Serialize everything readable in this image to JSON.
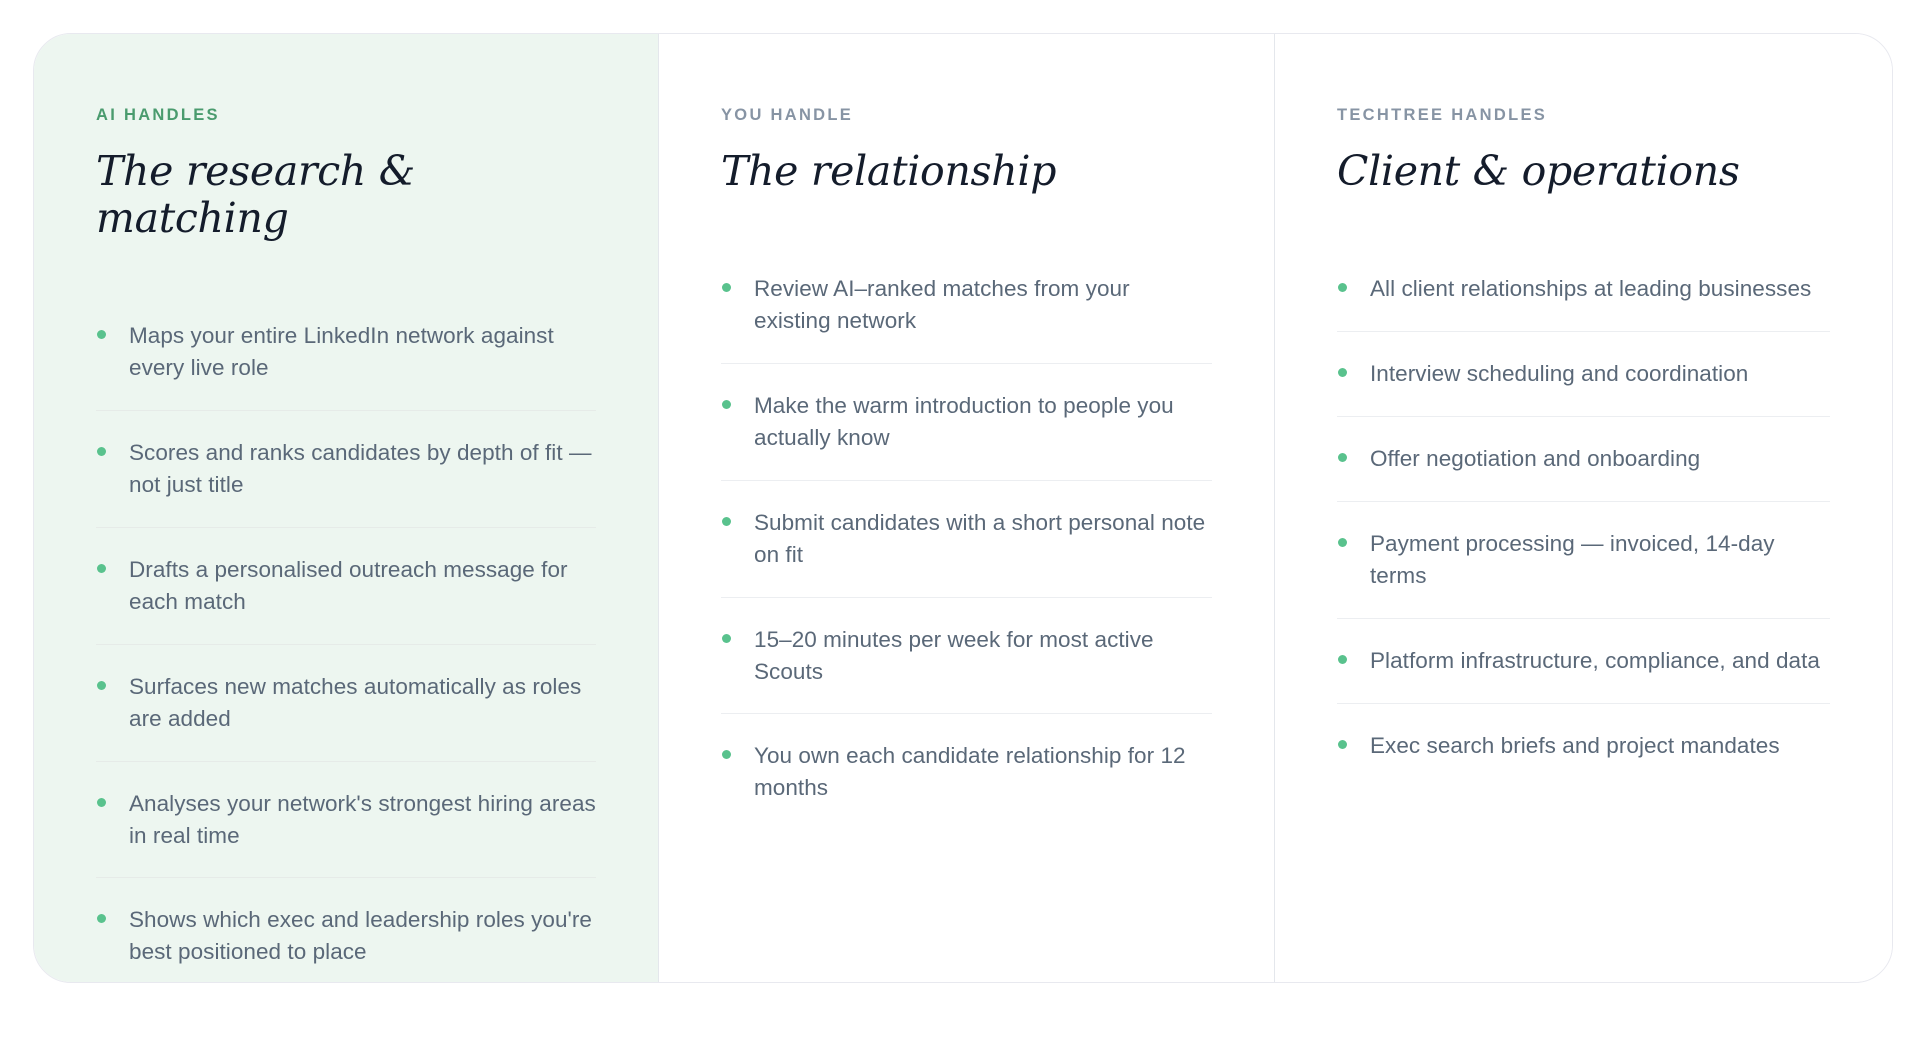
{
  "theme": {
    "accent_green": "#59c28d",
    "eyebrow_green": "#4a9b6e",
    "eyebrow_slate": "#8794a4",
    "panel_tint": "#edf6f0",
    "body_text": "#5a6878",
    "title_text": "#141c2b",
    "divider": "#e6ebe8",
    "card_border": "#e8e9ef"
  },
  "columns": [
    {
      "eyebrow": "AI HANDLES",
      "title": "The research & matching",
      "items": [
        "Maps your entire LinkedIn network against every live role",
        "Scores and ranks candidates by depth of fit — not just title",
        "Drafts a personalised outreach message for each match",
        "Surfaces new matches automatically as roles are added",
        "Analyses your network's strongest hiring areas in real time",
        "Shows which exec and leadership roles you're best positioned to place"
      ]
    },
    {
      "eyebrow": "YOU HANDLE",
      "title": "The relationship",
      "items": [
        "Review AI–ranked matches from your existing network",
        "Make the warm introduction to people you actually know",
        "Submit candidates with a short personal note on fit",
        "15–20 minutes per week for most active Scouts",
        "You own each candidate relationship for 12 months"
      ]
    },
    {
      "eyebrow": "TECHTREE HANDLES",
      "title": "Client & operations",
      "items": [
        "All client relationships at leading businesses",
        "Interview scheduling and coordination",
        "Offer negotiation and onboarding",
        "Payment processing — invoiced, 14-day terms",
        "Platform infrastructure, compliance, and data",
        "Exec search briefs and project mandates"
      ]
    }
  ]
}
